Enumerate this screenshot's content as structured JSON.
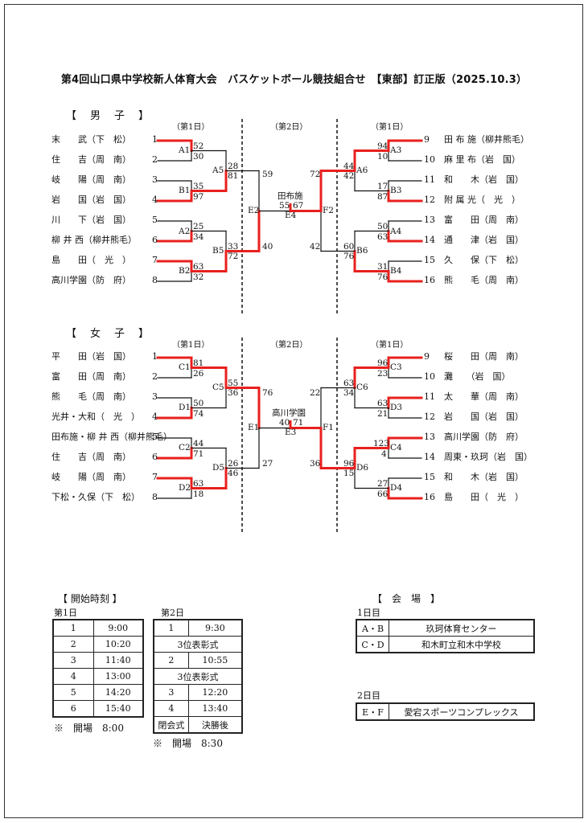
{
  "title": "第4回山口県中学校新人体育大会　バスケットボール競技組合せ　【東部】訂正版（2025.10.3）",
  "boys": {
    "heading": "【　男　子　】",
    "day1": "（第1日）",
    "day2": "（第2日）",
    "left_teams": [
      "末　　武（下　松）",
      "住　　吉（周　南）",
      "岐　　陽（周　南）",
      "岩　　国（岩　国）",
      "川　　下（岩　国）",
      "柳 井 西（柳井熊毛）",
      "島　　田（　光　）",
      "高川学園（防　府）"
    ],
    "left_nums": [
      "1",
      "2",
      "3",
      "4",
      "5",
      "6",
      "7",
      "8"
    ],
    "right_teams": [
      "田 布 施（柳井熊毛）",
      "麻 里 布（岩　国）",
      "和　　木（岩　国）",
      "附 属 光（　光　）",
      "富　　田（周　南）",
      "通　　津（岩　国）",
      "久　　保（下　松）",
      "熊　　毛（周　南）"
    ],
    "right_nums": [
      "9",
      "10",
      "11",
      "12",
      "13",
      "14",
      "15",
      "16"
    ],
    "labels": {
      "A1": "A1",
      "B1": "B1",
      "A2": "A2",
      "B2": "B2",
      "A5": "A5",
      "B5": "B5",
      "E2": "E2",
      "E4": "E4",
      "F2": "F2",
      "A3": "A3",
      "B3": "B3",
      "A4": "A4",
      "B4": "B4",
      "A6": "A6",
      "B6": "B6"
    },
    "scores": {
      "A1a": "52",
      "A1b": "30",
      "B1a": "35",
      "B1b": "97",
      "A2a": "25",
      "A2b": "34",
      "B2a": "63",
      "B2b": "32",
      "A5a": "28",
      "A5b": "81",
      "B5a": "33",
      "B5b": "72",
      "E2a": "59",
      "E2b": "40",
      "A3a": "94",
      "A3b": "10",
      "B3a": "17",
      "B3b": "87",
      "A4a": "50",
      "A4b": "63",
      "B4a": "31",
      "B4b": "76",
      "A6a": "44",
      "A6b": "42",
      "B6a": "60",
      "B6b": "76",
      "F2a": "72",
      "F2b": "42",
      "E4a": "55",
      "E4b": "67"
    },
    "final_winner": "田布施"
  },
  "girls": {
    "heading": "【　女　子　】",
    "day1": "（第1日）",
    "day2": "（第2日）",
    "left_teams": [
      "平　　田（岩　国）",
      "富　　田（周　南）",
      "熊　　毛（周　南）",
      "光井・大和（　光　）",
      "田布施・柳 井 西（柳井熊毛）",
      "住　　吉（周　南）",
      "岐　　陽（周　南）",
      "下松・久保（下　松）"
    ],
    "left_nums": [
      "1",
      "2",
      "3",
      "4",
      "5",
      "6",
      "7",
      "8"
    ],
    "right_teams": [
      "桜　　田（周　南）",
      "灘　　（岩　国）",
      "太　　華（周　南）",
      "岩　　国（岩　国）",
      "高川学園（防　府）",
      "周東・玖珂（岩　国）",
      "和　　木（岩　国）",
      "島　　田（　光　）"
    ],
    "right_nums": [
      "9",
      "10",
      "11",
      "12",
      "13",
      "14",
      "15",
      "16"
    ],
    "labels": {
      "C1": "C1",
      "D1": "D1",
      "C2": "C2",
      "D2": "D2",
      "C5": "C5",
      "D5": "D5",
      "E1": "E1",
      "E3": "E3",
      "F1": "F1",
      "C3": "C3",
      "D3": "D3",
      "C4": "C4",
      "D4": "D4",
      "C6": "C6",
      "D6": "D6"
    },
    "scores": {
      "C1a": "81",
      "C1b": "26",
      "D1a": "50",
      "D1b": "74",
      "C2a": "44",
      "C2b": "71",
      "D2a": "63",
      "D2b": "18",
      "C5a": "55",
      "C5b": "36",
      "D5a": "26",
      "D5b": "46",
      "E1a": "76",
      "E1b": "27",
      "C3a": "96",
      "C3b": "23",
      "D3a": "63",
      "D3b": "21",
      "C4a": "123",
      "C4b": "4",
      "D4a": "27",
      "D4b": "66",
      "C6a": "63",
      "C6b": "34",
      "D6a": "96",
      "D6b": "15",
      "F1a": "22",
      "F1b": "36",
      "E3a": "40",
      "E3b": "71"
    },
    "final_winner": "高川学園"
  },
  "schedule": {
    "heading": "【 開始時刻 】",
    "day1_label": "第1日",
    "day2_label": "第2日",
    "day1_rows": [
      [
        "1",
        "9:00"
      ],
      [
        "2",
        "10:20"
      ],
      [
        "3",
        "11:40"
      ],
      [
        "4",
        "13:00"
      ],
      [
        "5",
        "14:20"
      ],
      [
        "6",
        "15:40"
      ]
    ],
    "day2_rows": [
      [
        "1",
        "9:30"
      ],
      [
        "3位表彰式",
        ""
      ],
      [
        "2",
        "10:55"
      ],
      [
        "3位表彰式",
        ""
      ],
      [
        "3",
        "12:20"
      ],
      [
        "4",
        "13:40"
      ],
      [
        "閉会式",
        "決勝後"
      ]
    ],
    "day1_open": "※　開場　8:00",
    "day2_open": "※　開場　8:30"
  },
  "venue": {
    "heading": "【　会　場　】",
    "day1_label": "1日目",
    "day1_rows": [
      [
        "A・B",
        "玖珂体育センター"
      ],
      [
        "C・D",
        "和木町立和木中学校"
      ]
    ],
    "day2_label": "2日目",
    "day2_rows": [
      [
        "E・F",
        "愛宕スポーツコンプレックス"
      ]
    ]
  },
  "colors": {
    "winner_line": "#e8201e",
    "line": "#111111"
  }
}
